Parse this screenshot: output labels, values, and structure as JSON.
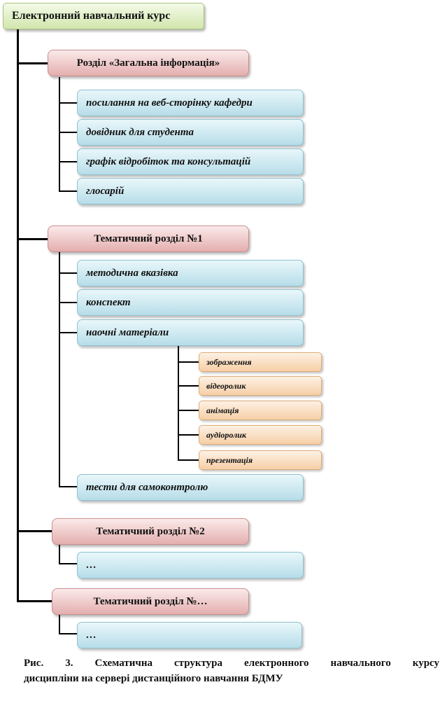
{
  "root": {
    "label": "Електронний навчальний курс"
  },
  "sections": [
    {
      "label": "Розділ «Загальна інформація»",
      "items": [
        {
          "label": "посилання на веб-сторінку кафедри"
        },
        {
          "label": "довідник для студента"
        },
        {
          "label": "графік відробіток та консультацій"
        },
        {
          "label": "глосарій"
        }
      ]
    },
    {
      "label": "Тематичний розділ №1",
      "items": [
        {
          "label": "методична вказівка"
        },
        {
          "label": "конспект"
        },
        {
          "label": "наочні матеріали",
          "subitems": [
            {
              "label": "зображення"
            },
            {
              "label": "відеоролик"
            },
            {
              "label": "анімація"
            },
            {
              "label": "аудіоролик"
            },
            {
              "label": "презентація"
            }
          ]
        },
        {
          "label": "тести для самоконтролю"
        }
      ]
    },
    {
      "label": "Тематичний розділ №2",
      "items": [
        {
          "label": "…"
        }
      ]
    },
    {
      "label": "Тематичний розділ №…",
      "items": [
        {
          "label": "…"
        }
      ]
    }
  ],
  "caption": {
    "line1": "Рис.  3.  Схематична  структура  електронного  навчального  курсу",
    "line2": "дисципліни на сервері дистанційного навчання БДМУ"
  }
}
